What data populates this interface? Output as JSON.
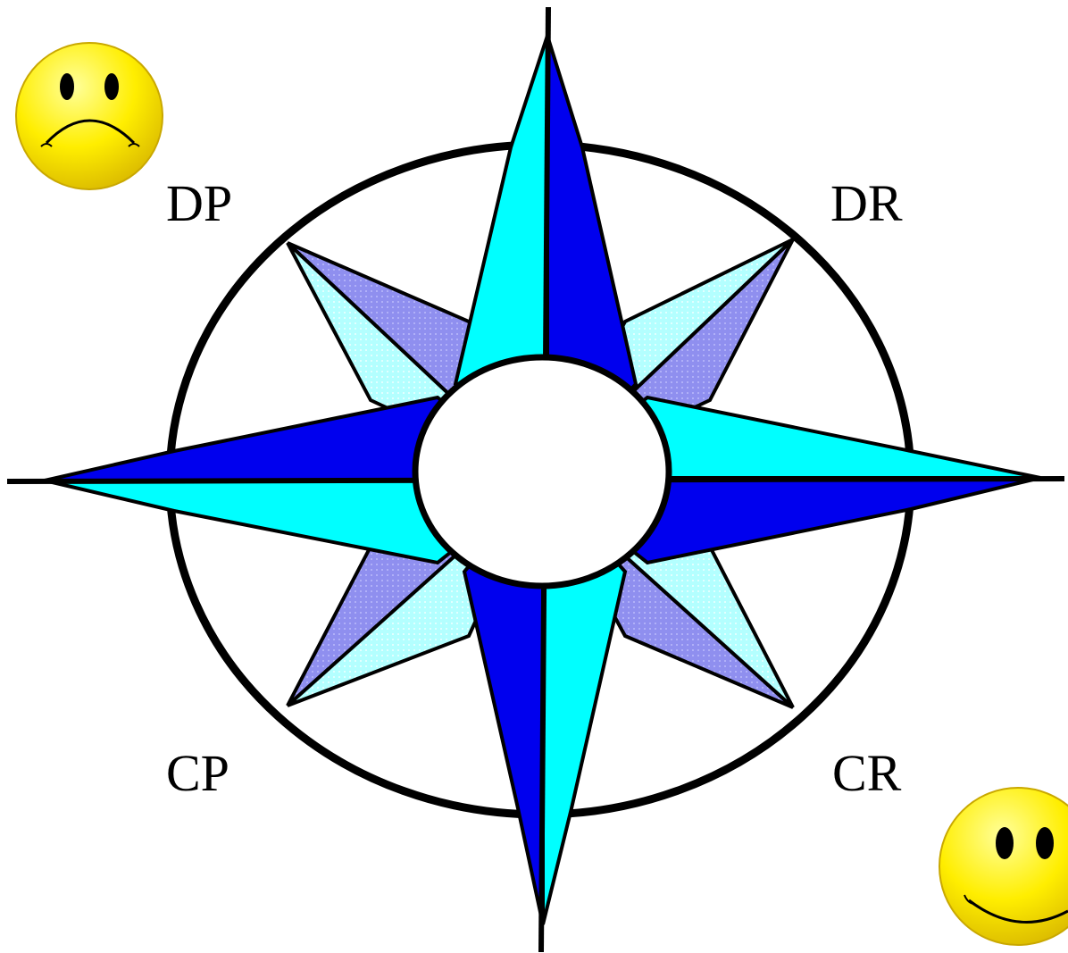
{
  "labels": {
    "top_left": "DP",
    "top_right": "DR",
    "bottom_left": "CP",
    "bottom_right": "CR"
  },
  "faces": {
    "top_left": "sad",
    "bottom_right": "happy"
  },
  "colors": {
    "cardinal_dark": "#0000ee",
    "cardinal_light": "#00ffff",
    "diagonal_dark": "#8f8fef",
    "diagonal_light": "#b3ffff",
    "outline": "#000000",
    "face_yellow": "#ffee00",
    "face_shadow": "#d9b800"
  }
}
